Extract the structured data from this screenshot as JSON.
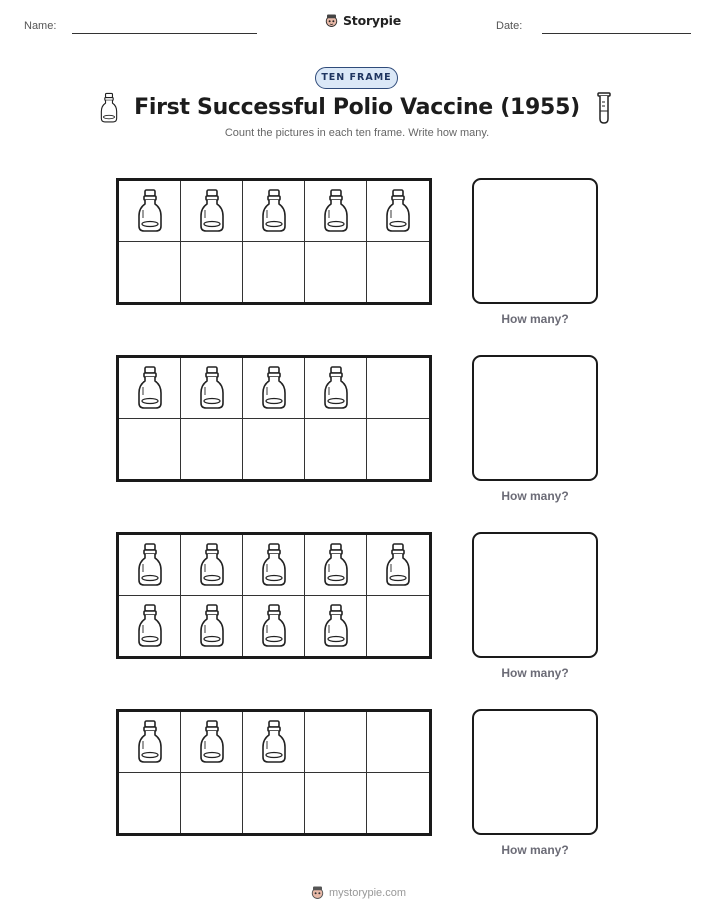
{
  "header": {
    "name_label": "Name:",
    "date_label": "Date:",
    "brand": "Storypie"
  },
  "badge": "TEN FRAME",
  "title": "First Successful Polio Vaccine (1955)",
  "subtitle": "Count the pictures in each ten frame. Write how many.",
  "icons": {
    "left": "bottle-icon",
    "right": "test-tube-icon",
    "counter": "bottle-icon",
    "mascot": "mascot-icon"
  },
  "frames": [
    {
      "count": 5,
      "prompt": "How many?"
    },
    {
      "count": 4,
      "prompt": "How many?"
    },
    {
      "count": 9,
      "prompt": "How many?"
    },
    {
      "count": 3,
      "prompt": "How many?"
    }
  ],
  "footer": "mystorypie.com"
}
